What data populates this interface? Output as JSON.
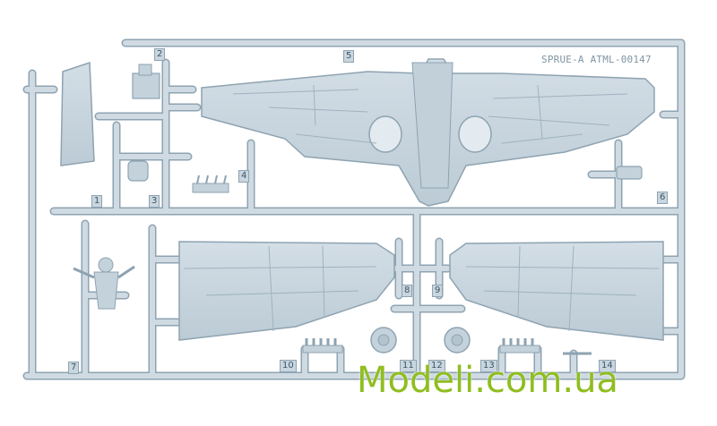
{
  "sprue": {
    "header": "SPRUE-A ATML-00147",
    "part_numbers": [
      "2",
      "5",
      "1",
      "3",
      "4",
      "6",
      "7",
      "8",
      "9",
      "10",
      "11",
      "12",
      "13",
      "14"
    ]
  },
  "watermark": {
    "text": "Modeli.com.ua",
    "color": "#8fbe1f"
  },
  "colors": {
    "plastic": "#c9d6df",
    "plastic_edge": "#8ea3b1",
    "panel_line": "#9fb2bf",
    "background": "#ffffff"
  }
}
